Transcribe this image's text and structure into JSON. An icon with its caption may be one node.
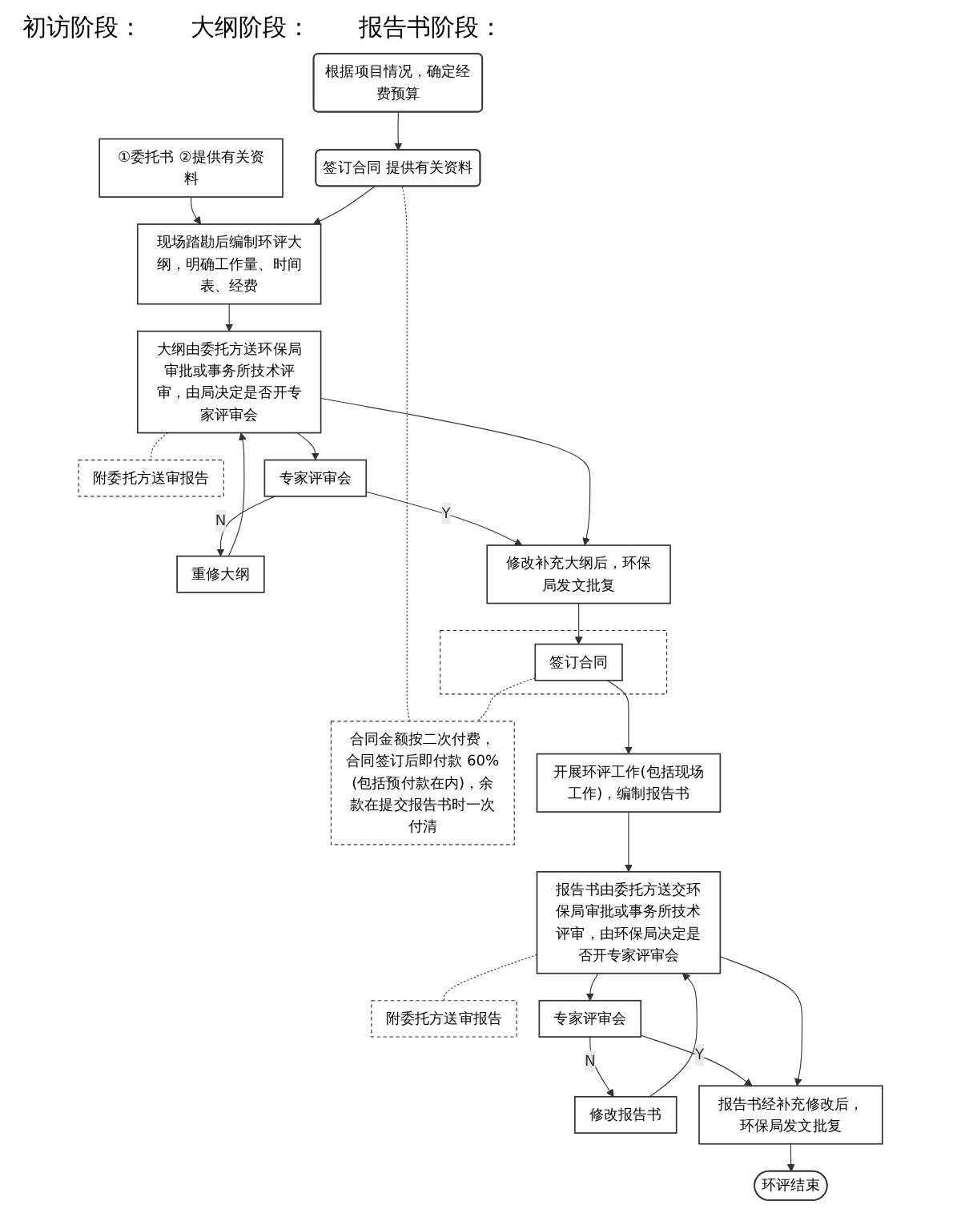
{
  "diagram": {
    "nodes": [
      {
        "text": [
          "①委托书 ②提供有关资料"
        ]
      },
      {
        "text": [
          "根据项目情况，确定经费预算"
        ]
      },
      {
        "text": [
          "现场踏勘后编制环评大纲，明确工作量、时间表、经费"
        ]
      },
      {
        "text": [
          "签订合同 提供有关资料"
        ]
      },
      {
        "text": [
          "大纲由委托方送环保局审批或事务所技术评审，由局决定是否开专家评审会"
        ]
      },
      {
        "text": [
          "附委托方送审报告"
        ]
      },
      {
        "text": [
          "重修大纲"
        ]
      },
      {
        "text": [
          "专家评审会"
        ]
      },
      {
        "text": [
          "修改补充大纲后，环保局发文批复"
        ]
      },
      {
        "text": [],
        "shape": "box"
      },
      {
        "text": [
          "签订合同"
        ],
        "in": 9
      },
      {
        "text": [
          "合同金额按二次付费，合同签订后即付款 60%(包括预付款在内)，余款在提交报告书时一次付清"
        ]
      },
      {
        "text": [
          "开展环评工作(包括现场工作)，编制报告书"
        ]
      },
      {
        "text": [
          "报告书由委托方送交环保局审批或事务所技术评审，由环保局决定是否开专家评审会"
        ]
      },
      {
        "text": [
          "附委托方送审报告"
        ]
      },
      {
        "text": [
          "修改报告书"
        ]
      },
      {
        "text": [
          "专家评审会"
        ]
      },
      {
        "text": [
          "报告书经补充修改后，环保局发文批复"
        ]
      },
      {
        "text": [
          "环评结束"
        ]
      }
    ],
    "edges": [
      {
        "from": 0,
        "to": 2,
        "arrow": "to"
      },
      {
        "from": 1,
        "to": 3,
        "arrow": "to"
      },
      {
        "from": 3,
        "to": 2,
        "arrow": "to"
      },
      {
        "from": 3,
        "to": 11,
        "arrow": "none",
        "style": "dashed"
      },
      {
        "from": 2,
        "to": 4,
        "arrow": "to"
      },
      {
        "from": 4,
        "to": 5,
        "arrow": "none",
        "style": "dashed"
      },
      {
        "from": 4,
        "to": 7,
        "arrow": "to"
      },
      {
        "from": 7,
        "to": 6,
        "arrow": "to",
        "label": "N"
      },
      {
        "from": 6,
        "to": 4,
        "arrow": "to"
      },
      {
        "from": 7,
        "to": 8,
        "arrow": "to",
        "label": "Y"
      },
      {
        "from": 4,
        "to": 8,
        "arrow": "to"
      },
      {
        "from": 8,
        "to": 10,
        "arrow": "to"
      },
      {
        "from": 10,
        "to": 11,
        "arrow": "none",
        "style": "dashed"
      },
      {
        "from": 10,
        "to": 12,
        "arrow": "to"
      },
      {
        "from": 12,
        "to": 13,
        "arrow": "to"
      },
      {
        "from": 13,
        "to": 14,
        "arrow": "none",
        "style": "dashed"
      },
      {
        "from": 13,
        "to": 16,
        "arrow": "to"
      },
      {
        "from": 16,
        "to": 15,
        "arrow": "to",
        "label": "N"
      },
      {
        "from": 15,
        "to": 13,
        "arrow": "to"
      },
      {
        "from": 16,
        "to": 17,
        "arrow": "to",
        "label": "Y"
      },
      {
        "from": 13,
        "to": 17,
        "arrow": "to"
      },
      {
        "from": 17,
        "to": 18,
        "arrow": "to"
      }
    ],
    "labels": [
      "初访阶段：",
      "大纲阶段：",
      "报告书阶段："
    ]
  }
}
